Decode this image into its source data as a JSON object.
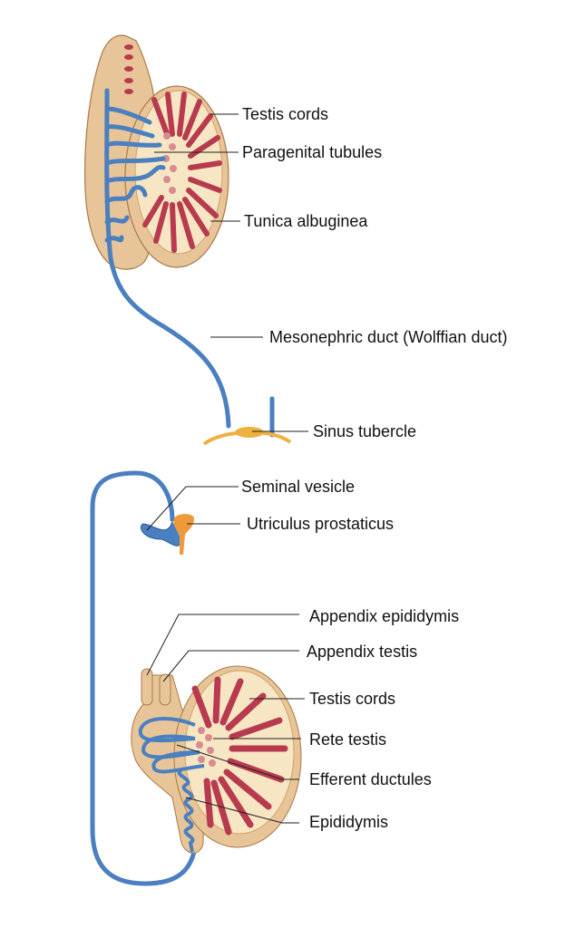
{
  "diagram": {
    "colors": {
      "duct": "#4a7fc0",
      "duct_dark": "#2e5c97",
      "tissue": "#e8c598",
      "tissue_edge": "#a9794a",
      "cords": "#b83a4e",
      "testis_bg": "#f6e6c4",
      "tubercle": "#f0b040",
      "utricle": "#ee9a3a",
      "leader": "#222222"
    },
    "top_panel": {
      "labels": [
        {
          "id": "testis-cords",
          "text": "Testis cords"
        },
        {
          "id": "paragenital-tubules",
          "text": "Paragenital tubules"
        },
        {
          "id": "tunica-albuginea",
          "text": "Tunica albuginea"
        },
        {
          "id": "mesonephric-duct",
          "text": "Mesonephric duct (Wolffian duct)"
        },
        {
          "id": "sinus-tubercle",
          "text": "Sinus tubercle"
        }
      ]
    },
    "bottom_panel": {
      "labels": [
        {
          "id": "seminal-vesicle",
          "text": "Seminal vesicle"
        },
        {
          "id": "utriculus-prostaticus",
          "text": "Utriculus prostaticus"
        },
        {
          "id": "appendix-epididymis",
          "text": "Appendix epididymis"
        },
        {
          "id": "appendix-testis",
          "text": "Appendix testis"
        },
        {
          "id": "testis-cords-2",
          "text": "Testis cords"
        },
        {
          "id": "rete-testis",
          "text": "Rete testis"
        },
        {
          "id": "efferent-ductules",
          "text": "Efferent ductules"
        },
        {
          "id": "epididymis",
          "text": "Epididymis"
        }
      ]
    }
  }
}
